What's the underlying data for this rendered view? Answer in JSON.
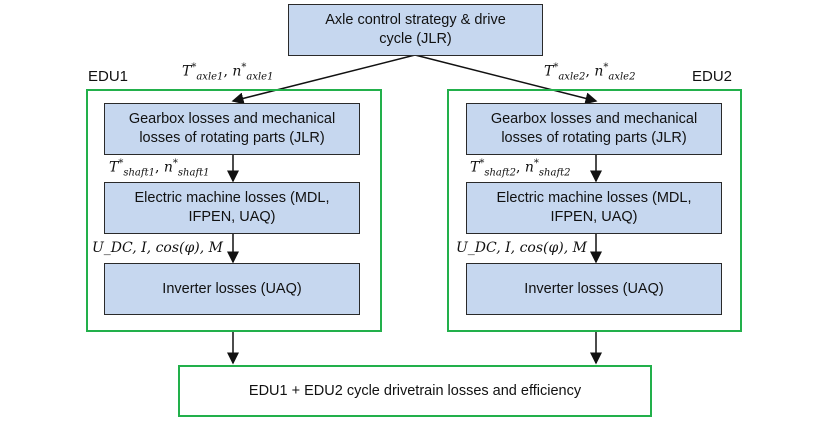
{
  "top": {
    "line1": "Axle control strategy & drive",
    "line2": "cycle (JLR)"
  },
  "edu1": {
    "label": "EDU1",
    "axle_var": {
      "T": "T",
      "T_sub": "axle1",
      "n": "n",
      "n_sub": "axle1"
    },
    "gearbox": {
      "line1": "Gearbox losses and mechanical",
      "line2": "losses of rotating parts (JLR)"
    },
    "shaft_var": {
      "T": "T",
      "T_sub": "shaft1",
      "n": "n",
      "n_sub": "shaft1"
    },
    "machine": {
      "line1": "Electric machine losses (MDL,",
      "line2": "IFPEN, UAQ)"
    },
    "inverter_inputs": "U_DC, I, cos(φ), M",
    "inverter": "Inverter losses (UAQ)"
  },
  "edu2": {
    "label": "EDU2",
    "axle_var": {
      "T": "T",
      "T_sub": "axle2",
      "n": "n",
      "n_sub": "axle2"
    },
    "gearbox": {
      "line1": "Gearbox losses and mechanical",
      "line2": "losses of rotating parts (JLR)"
    },
    "shaft_var": {
      "T": "T",
      "T_sub": "shaft2",
      "n": "n",
      "n_sub": "shaft2"
    },
    "machine": {
      "line1": "Electric machine losses (MDL,",
      "line2": "IFPEN, UAQ)"
    },
    "inverter_inputs": "U_DC, I, cos(φ), M",
    "inverter": "Inverter losses (UAQ)"
  },
  "output": "EDU1 + EDU2 cycle drivetrain losses and efficiency"
}
